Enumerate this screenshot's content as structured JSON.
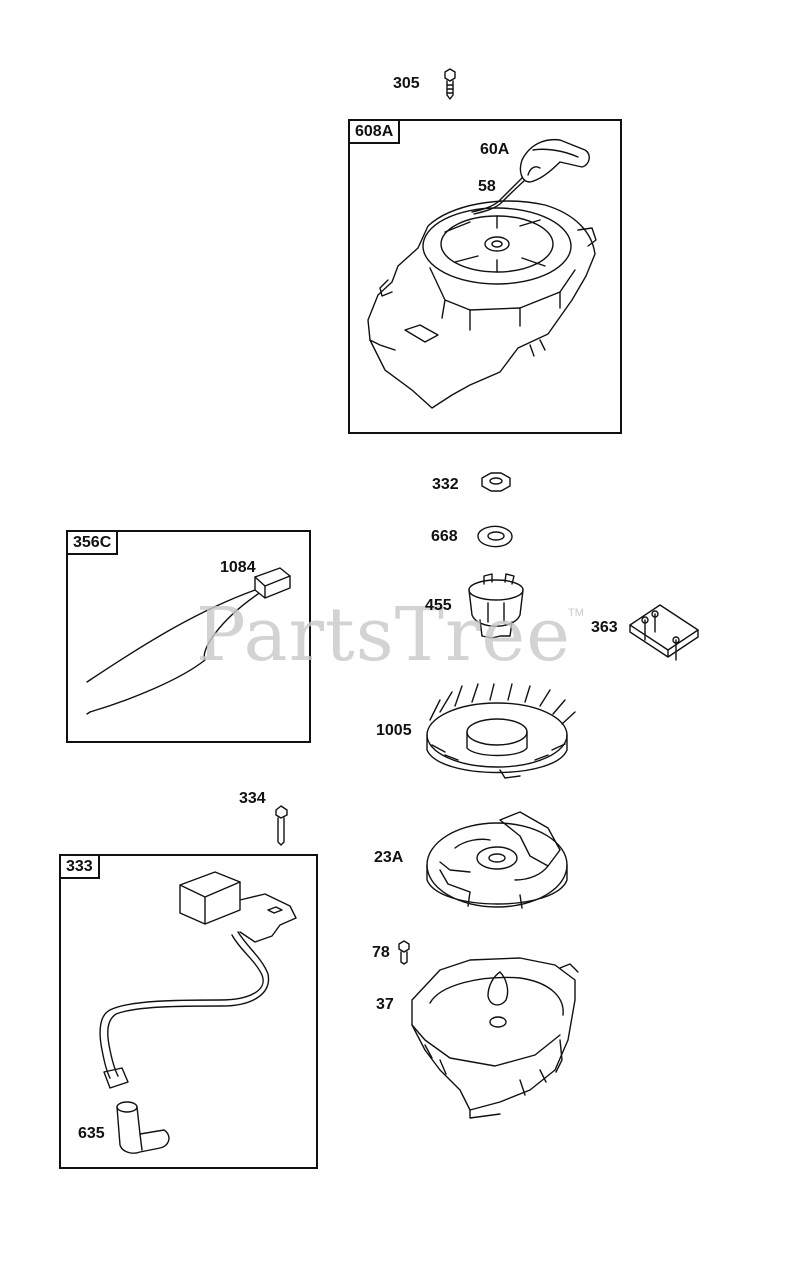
{
  "watermark": {
    "text": "PartsTree",
    "tm": "TM"
  },
  "groups": [
    {
      "id": "608A",
      "label": "608A"
    },
    {
      "id": "356C",
      "label": "356C"
    },
    {
      "id": "333",
      "label": "333"
    }
  ],
  "callouts": {
    "c305": "305",
    "c60A": "60A",
    "c58": "58",
    "c332": "332",
    "c668": "668",
    "c455": "455",
    "c363": "363",
    "c1084": "1084",
    "c1005": "1005",
    "c334": "334",
    "c23A": "23A",
    "c78": "78",
    "c37": "37",
    "c635": "635"
  }
}
